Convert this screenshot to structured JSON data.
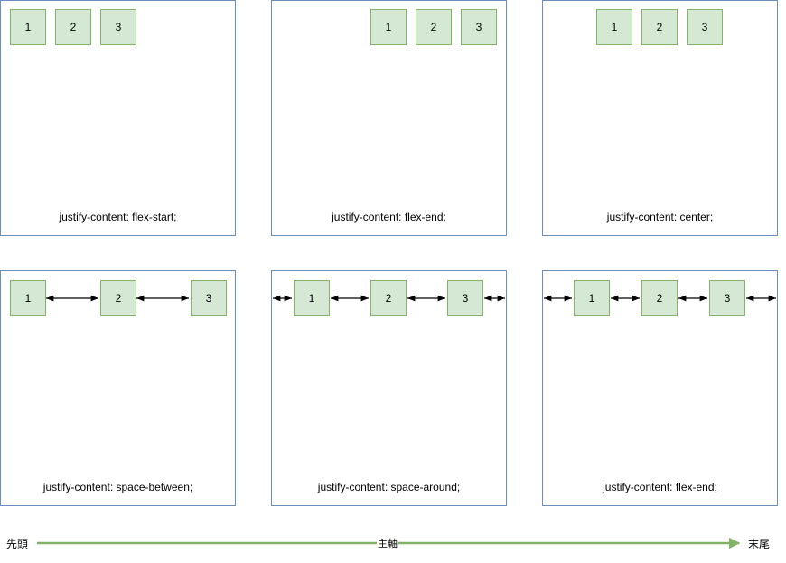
{
  "panels": [
    {
      "caption": "justify-content: flex-start;",
      "items": [
        "1",
        "2",
        "3"
      ]
    },
    {
      "caption": "justify-content: flex-end;",
      "items": [
        "1",
        "2",
        "3"
      ]
    },
    {
      "caption": "justify-content: center;",
      "items": [
        "1",
        "2",
        "3"
      ]
    },
    {
      "caption": "justify-content: space-between;",
      "items": [
        "1",
        "2",
        "3"
      ]
    },
    {
      "caption": "justify-content: space-around;",
      "items": [
        "1",
        "2",
        "3"
      ]
    },
    {
      "caption": "justify-content: flex-end;",
      "items": [
        "1",
        "2",
        "3"
      ]
    }
  ],
  "axis": {
    "start_label": "先頭",
    "middle_label": "主軸",
    "end_label": "末尾"
  },
  "colors": {
    "panel_border": "#6c8ebf",
    "item_fill": "#d5e8d4",
    "item_border": "#82b366",
    "axis_line": "#82b366",
    "spacing_arrow": "#000000"
  }
}
